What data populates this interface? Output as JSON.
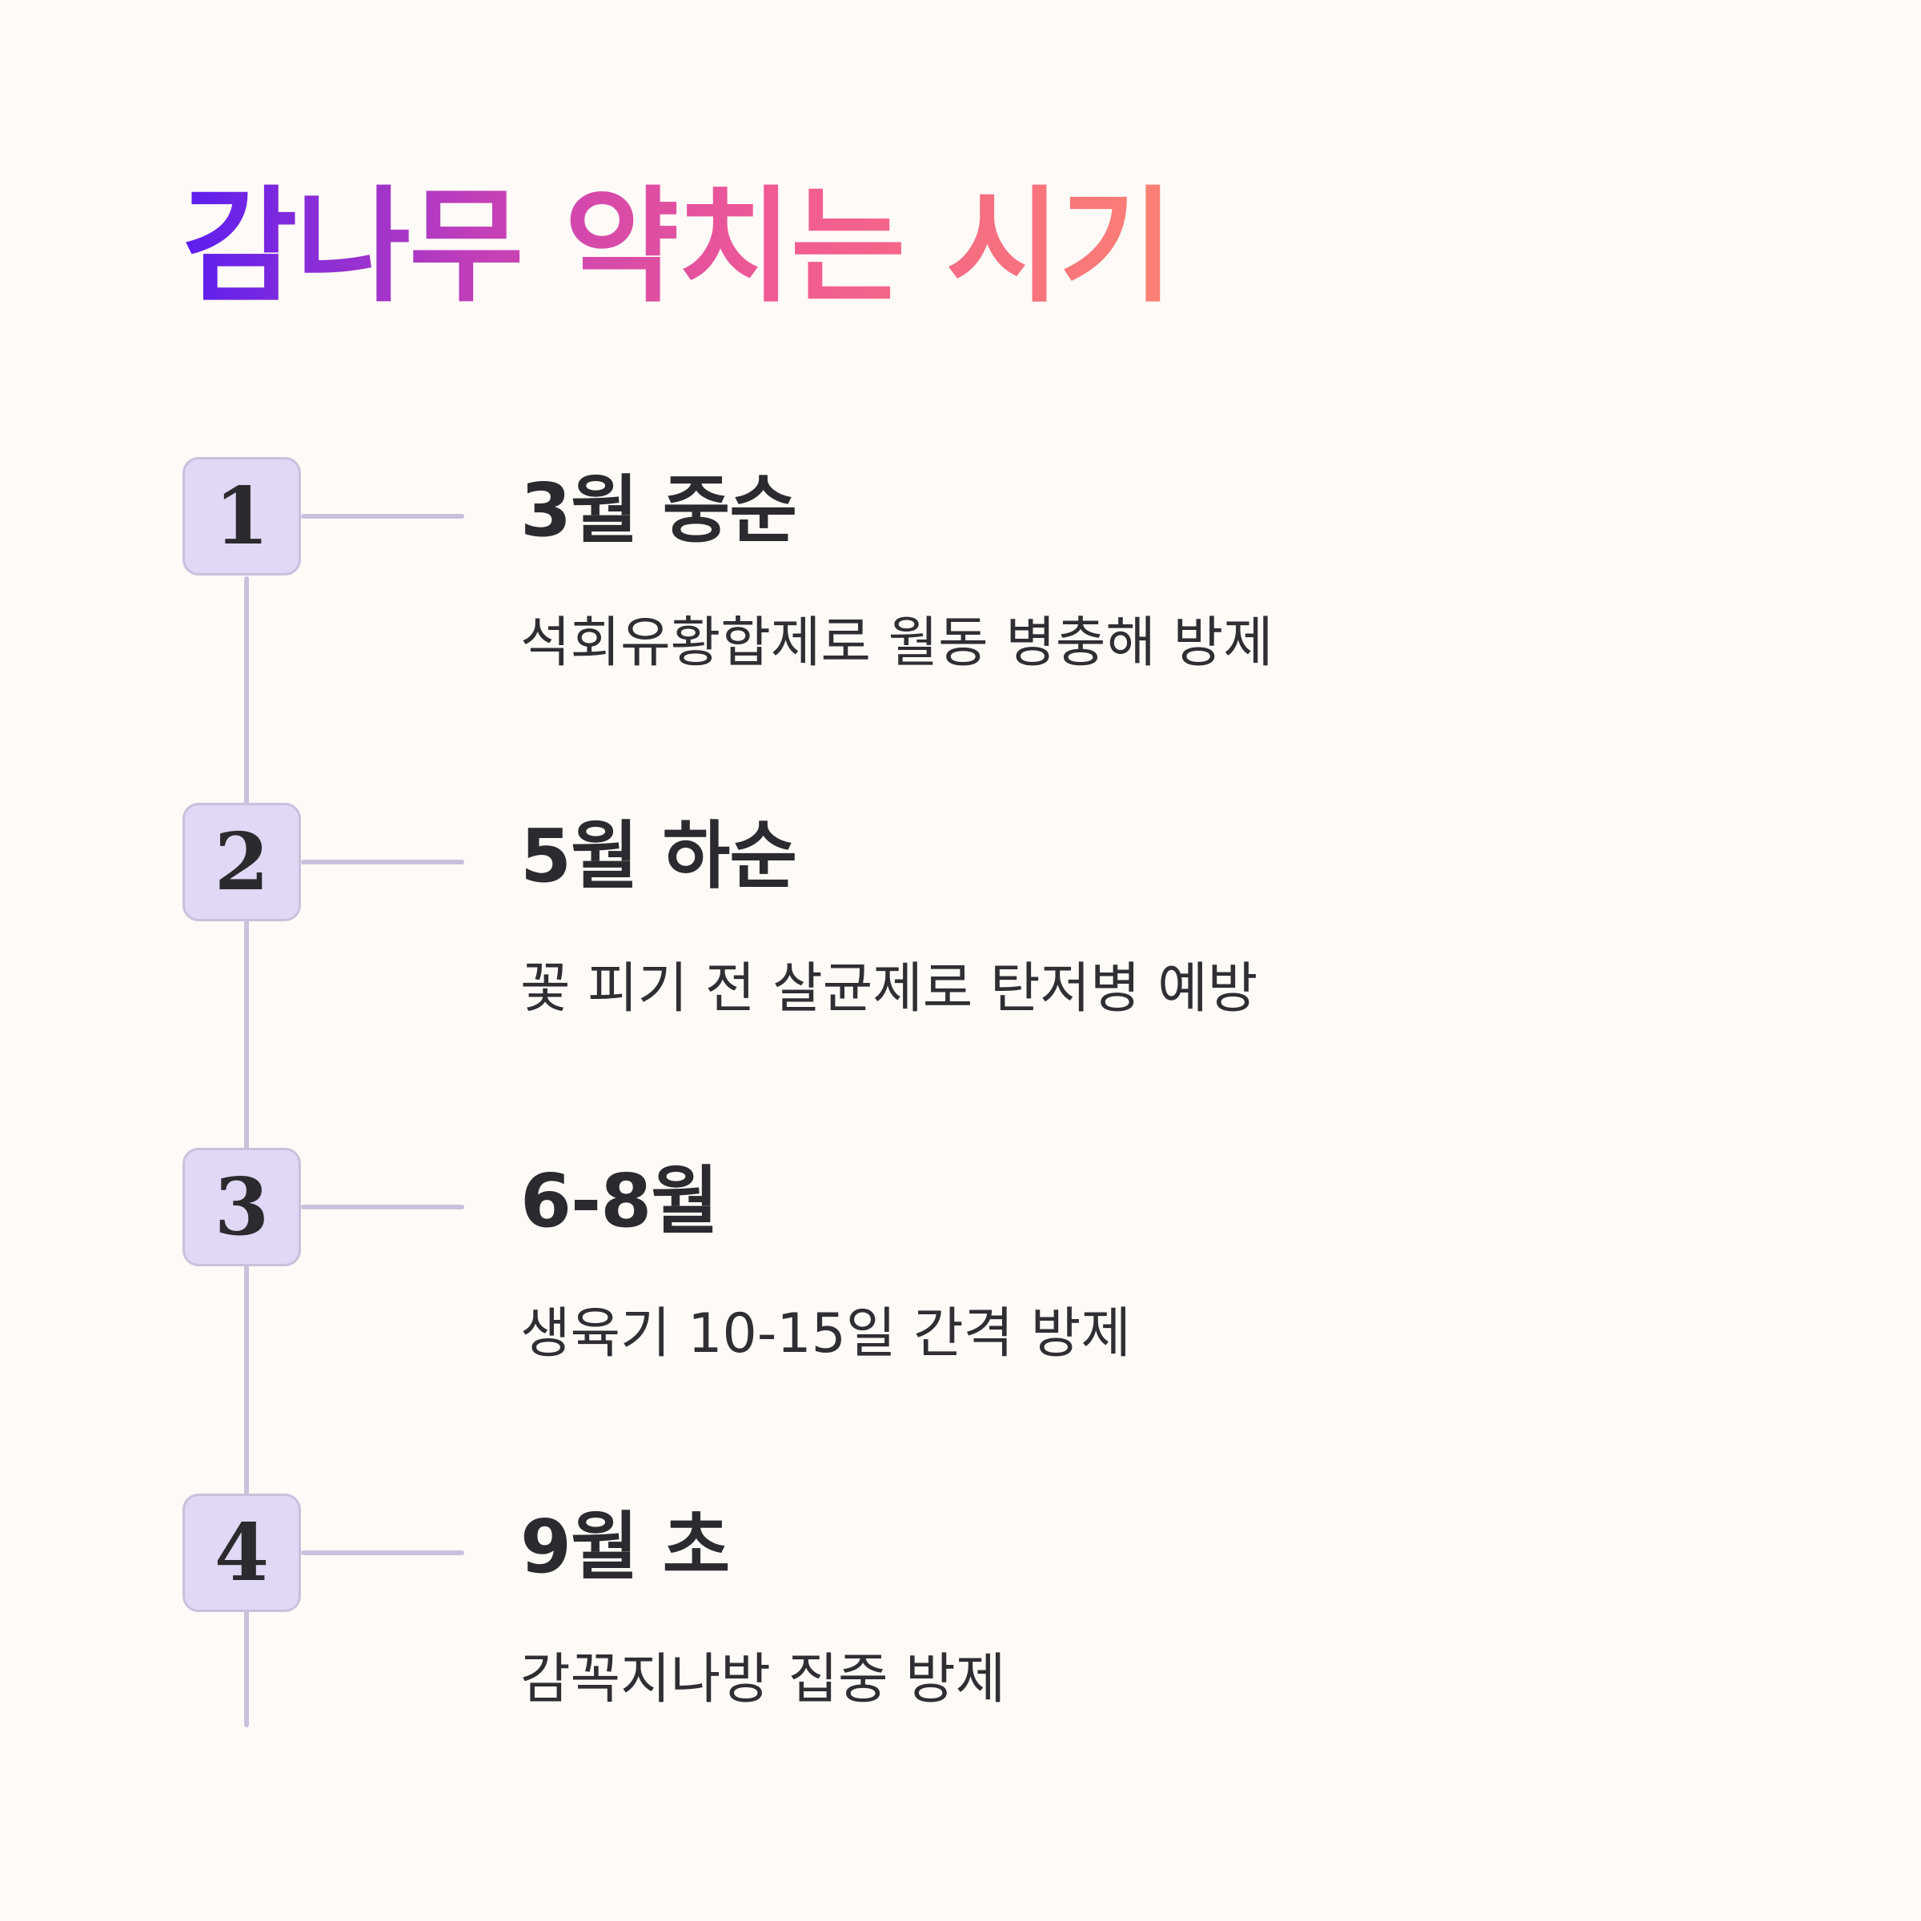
{
  "title": "감나무 약치는 시기",
  "colors": {
    "background": "#fdfaf7",
    "title_gradient_start": "#5b1ef0",
    "title_gradient_end": "#fb8172",
    "badge_fill": "#e0d8f4",
    "line": "#c9c1dc",
    "text": "#2b2a2e"
  },
  "steps": [
    {
      "number": "1",
      "heading": "3월 중순",
      "description": "석회유황합제로 월동 병충해 방제"
    },
    {
      "number": "2",
      "heading": "5월 하순",
      "description": "꽃 피기 전 살균제로 탄저병 예방"
    },
    {
      "number": "3",
      "heading": "6-8월",
      "description": "생육기 10-15일 간격 방제"
    },
    {
      "number": "4",
      "heading": "9월 초",
      "description": "감꼭지나방 집중 방제"
    }
  ]
}
